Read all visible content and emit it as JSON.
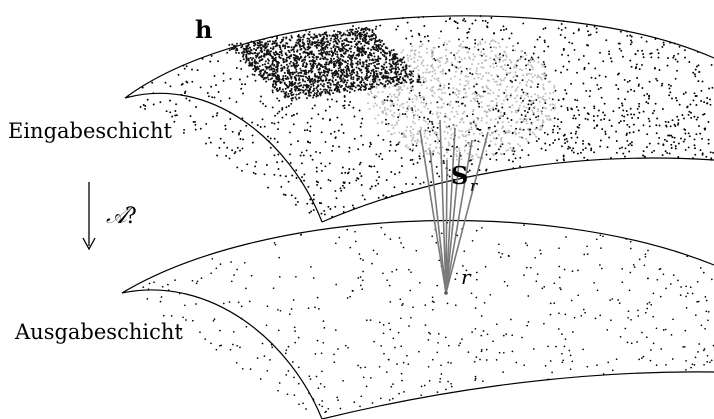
{
  "labels": {
    "input_layer": "Eingabeschicht",
    "output_layer": "Ausgabeschicht",
    "input_vector": "h",
    "set_symbol": "S",
    "set_subscript": "r",
    "mapping_symbol": "𝒜",
    "mapping_question": "?",
    "neuron": "r"
  },
  "colors": {
    "dots": "#000000",
    "receptive_field_dots": "#bdbdbd",
    "dense_patch": "#111111",
    "connections": "#7a7a7a",
    "arrow": "#000000"
  },
  "icons": {
    "arrow": "down-arrow-icon"
  }
}
